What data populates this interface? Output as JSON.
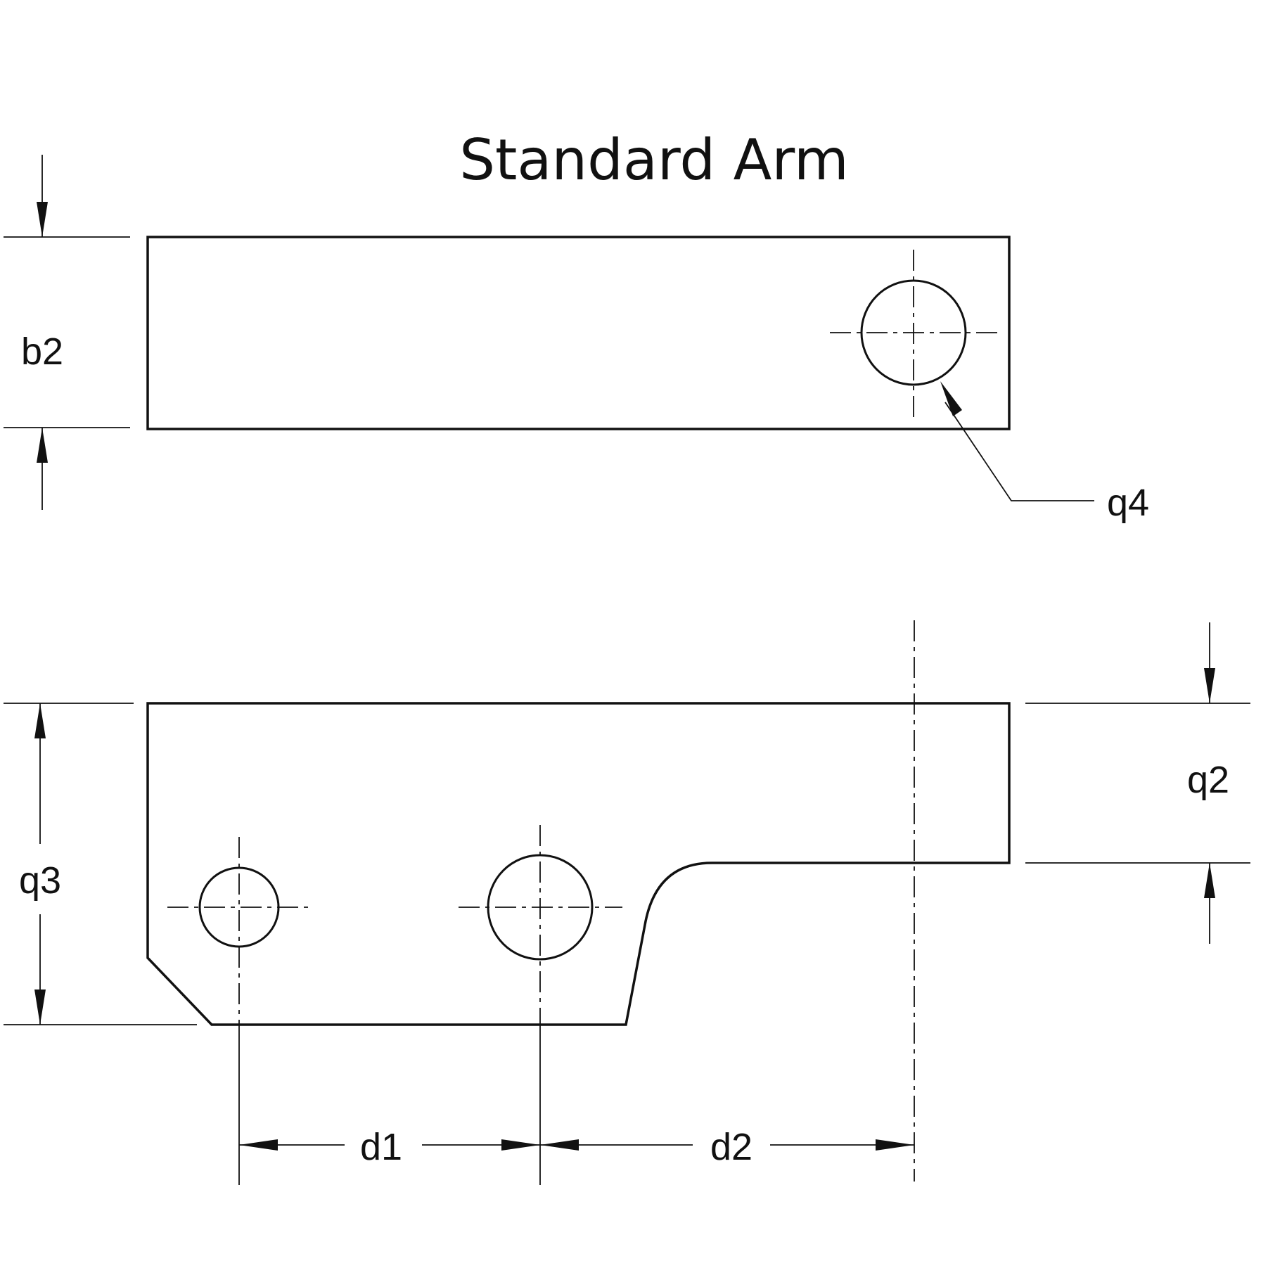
{
  "title": "Standard Arm",
  "labels": {
    "b2": "b2",
    "q4": "q4",
    "q2": "q2",
    "q3": "q3",
    "d1": "d1",
    "d2": "d2"
  }
}
